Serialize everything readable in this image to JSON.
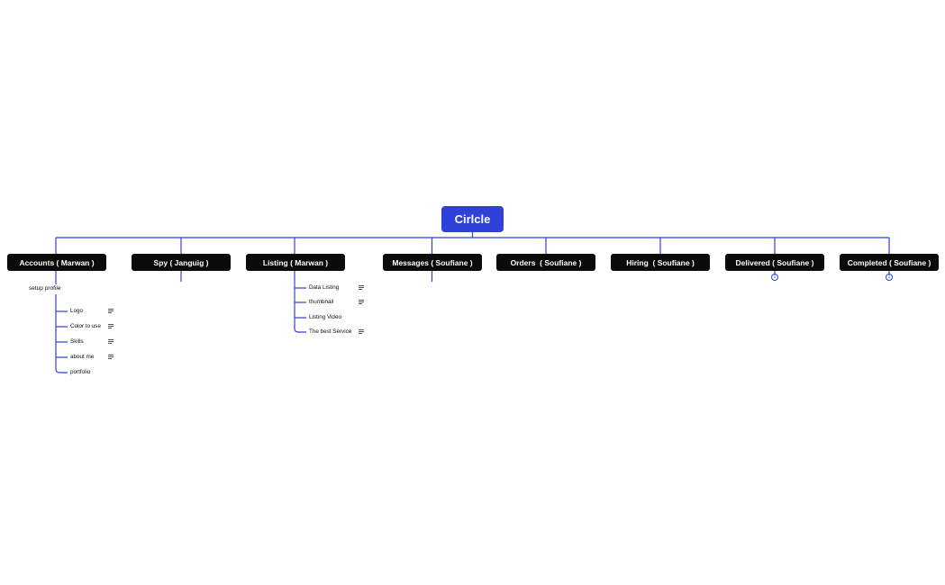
{
  "colors": {
    "root": "#2f41d9",
    "branch": "#0b0b0b",
    "connector": "#2f41d9"
  },
  "root": {
    "label": "Cirlcle"
  },
  "branches": [
    {
      "label": "Accounts ( Marwan )"
    },
    {
      "label": "Spy ( Janguig )"
    },
    {
      "label": "Listing ( Marwan )"
    },
    {
      "label": "Messages ( Soufiane )"
    },
    {
      "label": "Orders  ( Soufiane )"
    },
    {
      "label": "Hiring  ( Soufiane )"
    },
    {
      "label": "Delivered ( Soufiane )"
    },
    {
      "label": "Completed ( Soufiane )"
    }
  ],
  "accounts": {
    "subtopic": "setup profile",
    "children": [
      {
        "label": "Logo",
        "has_note": true
      },
      {
        "label": "Color to use",
        "has_note": true
      },
      {
        "label": "Skills",
        "has_note": true
      },
      {
        "label": "about me",
        "has_note": true
      },
      {
        "label": "portfolio",
        "has_note": false
      }
    ]
  },
  "listing": {
    "children": [
      {
        "label": "Data Listing",
        "has_note": true
      },
      {
        "label": "thumbnail",
        "has_note": true
      },
      {
        "label": "Listing Video",
        "has_note": false
      },
      {
        "label": "The best Service",
        "has_note": true
      }
    ]
  },
  "collapsed_counts": {
    "delivered": "1",
    "completed": "1"
  }
}
